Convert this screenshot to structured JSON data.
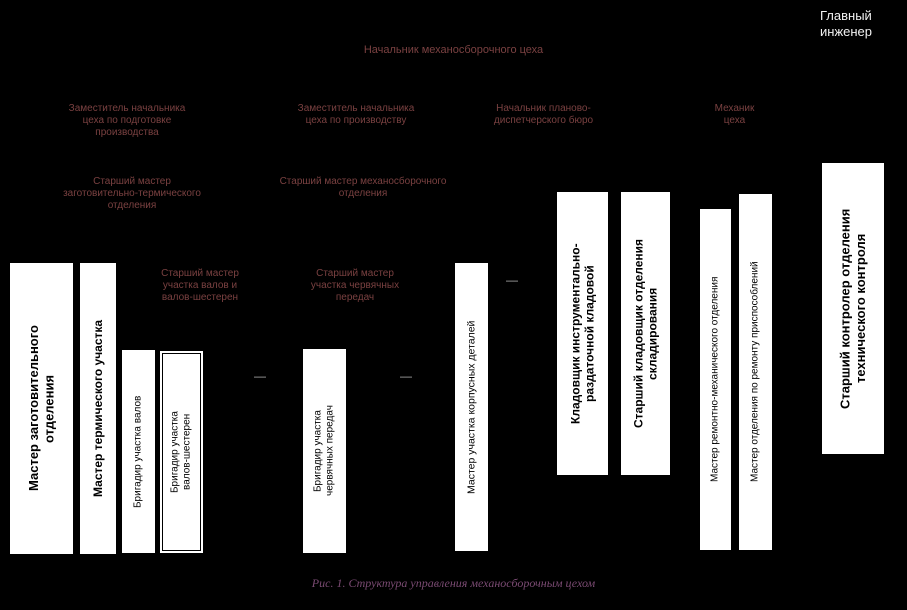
{
  "colors": {
    "background": "#000000",
    "box_bg": "#ffffff",
    "box_text": "#000000",
    "label": "#7a4141",
    "chief": "#f2f2f2",
    "caption": "#7a4a72",
    "dash": "#a8a8a8"
  },
  "diagram": {
    "chief_engineer": "Главный\nинженер",
    "title": "Начальник механосборочного цеха",
    "labels": {
      "deputy_preparation": "Заместитель начальника\nцеха по подготовке\nпроизводства",
      "deputy_production": "Заместитель начальника\nцеха по производству",
      "planning_bureau_chief": "Начальник планово-\nдиспетчерского бюро",
      "shop_mechanic": "Механик\nцеха",
      "senior_master_blank_thermal": "Старший мастер\nзаготовительно-термического\nотделения",
      "senior_master_assembly": "Старший мастер механосборочного\nотделения",
      "senior_master_shafts": "Старший мастер\nучастка валов и\nвалов-шестерен",
      "senior_master_worm_gears": "Старший мастер\nучастка червячных\nпередач"
    },
    "boxes": {
      "master_blank_department": "Мастер заготовительного\nотделения",
      "master_thermal_section": "Мастер термического участка",
      "brigadier_shafts": "Бригадир участка валов",
      "brigadier_shaft_gears": "Бригадир участка\nвалов-шестерен",
      "brigadier_worm_gears": "Бригадир участка\nчервячных передач",
      "master_housing_parts": "Мастер участка корпусных деталей",
      "storekeeper_tool_crib": "Кладовщик инструментально-\nраздаточной кладовой",
      "senior_storekeeper_warehousing": "Старший кладовщик отделения\nскладирования",
      "master_repair_mechanical": "Мастер ремонтно-механического отделения",
      "master_fixture_repair": "Мастер отделения по ремонту приспособлений",
      "senior_inspector_quality": "Старший контролер отделения\nтехнического контроля"
    },
    "connector_dash": "—",
    "caption": "Рис. 1. Структура управления механосборочным цехом"
  }
}
